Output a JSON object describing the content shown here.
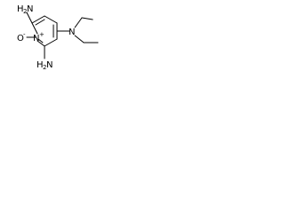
{
  "molecule": {
    "atoms": {
      "amine_top": {
        "main": "H",
        "sub": "2",
        "tail": "N"
      },
      "amine_bottom": {
        "main": "H",
        "sub": "2",
        "tail": "N"
      },
      "ring_nitrogen": {
        "label": "N",
        "charge": "+"
      },
      "oxide": {
        "label": "O",
        "charge": "-"
      },
      "amine_nitrogen": {
        "label": "N"
      }
    }
  }
}
